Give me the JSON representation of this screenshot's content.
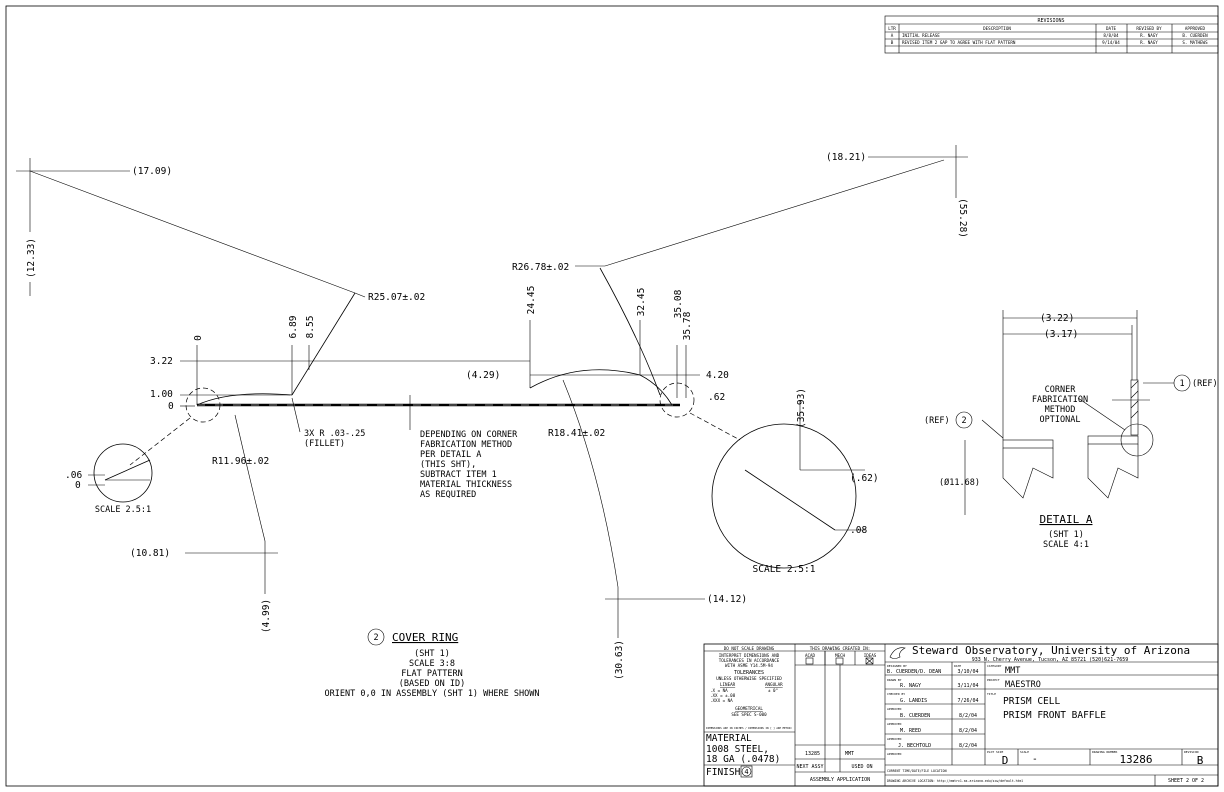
{
  "revisions": {
    "title": "REVISIONS",
    "headers": [
      "LTR",
      "DESCRIPTION",
      "DATE",
      "REVISED BY",
      "APPROVED"
    ],
    "rows": [
      [
        "A",
        "INITIAL RELEASE",
        "8/8/04",
        "R. NAGY",
        "B. CUERDEN"
      ],
      [
        "B",
        "REVISED ITEM 2 GAP TO AGREE WITH FLAT PATTERN",
        "9/14/04",
        "R. NAGY",
        "S. MATHEWS"
      ]
    ]
  },
  "dims": {
    "d17_09": "(17.09)",
    "d12_33": "(12.33)",
    "d18_21": "(18.21)",
    "d55_28": "(55.28)",
    "r25_07": "R25.07±.02",
    "r26_78": "R26.78±.02",
    "d24_45": "24.45",
    "d32_45": "32.45",
    "d35_08": "35.08",
    "d35_78": "35.78",
    "d6_89": "6.89",
    "d8_55": "8.55",
    "d0_top": "0",
    "d3_22": "3.22",
    "d1_00": "1.00",
    "d0_left": "0",
    "d4_29": "(4.29)",
    "d4_20": "4.20",
    "d_62": ".62",
    "fillet": [
      "3X R .03-.25",
      "(FILLET)"
    ],
    "r11_96": "R11.96±.02",
    "r18_41": "R18.41±.02",
    "d_06": ".06",
    "d0_detail": "0",
    "scale_small": "SCALE 2.5:1",
    "d10_81": "(10.81)",
    "d4_99": "(4.99)",
    "d35_93": "(35.93)",
    "d_62b": "(.62)",
    "d_08": ".08",
    "scale_large": "SCALE 2.5:1",
    "d14_12": "(14.12)",
    "d30_63": "(30.63)"
  },
  "note": [
    "DEPENDING ON CORNER",
    "FABRICATION METHOD",
    "PER DETAIL A",
    "(THIS SHT),",
    "SUBTRACT ITEM 1",
    "MATERIAL THICKNESS",
    "AS REQUIRED"
  ],
  "detail_a": {
    "d3_22": "(3.22)",
    "d3_17": "(3.17)",
    "item1": "1",
    "ref1": "(REF)",
    "item2": "2",
    "ref2": "(REF)",
    "corner_note": [
      "CORNER",
      "FABRICATION",
      "METHOD",
      "OPTIONAL"
    ],
    "dia": "(Ø11.68)",
    "title": "DETAIL A",
    "sht": "(SHT 1)",
    "scale": "SCALE 4:1"
  },
  "cover_ring": {
    "item": "2",
    "title": "COVER RING",
    "lines": [
      "(SHT 1)",
      "SCALE 3:8",
      "FLAT PATTERN",
      "(BASED ON ID)",
      "ORIENT 0,0 IN ASSEMBLY (SHT 1) WHERE SHOWN"
    ]
  },
  "titleblock": {
    "do_not_scale": "DO NOT SCALE DRAWING",
    "interpret": [
      "INTERPRET DIMENSIONS AND",
      "TOLERANCES IN ACCORDANCE",
      "WITH ASME Y14.5M-94"
    ],
    "tolerances": "TOLERANCES",
    "unless": "UNLESS OTHERWISE SPECIFIED",
    "linear": "LINEAR",
    "angular": "ANGULAR",
    "tol_lines": [
      ".X    = NA",
      ".XX   = ±.08",
      ".XXX  = NA"
    ],
    "angular_val": "± 0°",
    "geometrical": "GEOMETRICAL",
    "see_spec": "SEE SPEC S-000",
    "dims_note": "DIMENSIONS ARE IN INCHES / DIMENSIONS IN [ ] ARE METRIC",
    "material_label": "MATERIAL",
    "material": [
      "1008 STEEL,",
      "18 GA (.0478)"
    ],
    "finish_label": "FINISH",
    "finish_item": "4",
    "created_in": "THIS DRAWING CREATED IN:",
    "sw": [
      "ACAD",
      "MECH",
      "IDEAS"
    ],
    "next_assy_val": "13285",
    "used_on_val": "MMT",
    "next_assy": "NEXT ASSY",
    "used_on": "USED ON",
    "assembly_app": "ASSEMBLY APPLICATION",
    "org": "Steward Observatory, University of Arizona",
    "address": "933 N. Cherry Avenue, Tucson, AZ  85721   (520)621-7659",
    "sign": [
      {
        "label": "DESIGNED BY",
        "name": "B. CUERDEN/D. DEAN",
        "date_label": "DATE",
        "date": "3/10/04"
      },
      {
        "label": "DRAWN BY",
        "name": "R. NAGY",
        "date": "3/11/04"
      },
      {
        "label": "CHECKED BY",
        "name": "G. LANDIS",
        "date": "7/26/04"
      },
      {
        "label": "APPROVED",
        "name": "B. CUERDEN",
        "date": "8/2/04"
      },
      {
        "label": "APPROVED",
        "name": "M. REED",
        "date": "8/2/04"
      },
      {
        "label": "APPROVED",
        "name": "J. BECHTOLD",
        "date": "8/2/04"
      },
      {
        "label": "APPROVED",
        "name": "",
        "date": ""
      }
    ],
    "category_label": "CATEGORY",
    "category": "MMT",
    "project_label": "PROJECT",
    "project": "MAESTRO",
    "title_label": "TITLE",
    "title": [
      "PRISM CELL",
      "PRISM FRONT BAFFLE"
    ],
    "plot_size_label": "PLOT SIZE",
    "plot_size": "D",
    "scale_label": "SCALE",
    "scale": "-",
    "drawing_number_label": "DRAWING NUMBER",
    "drawing_number": "13286",
    "revision_label": "REVISION",
    "revision": "B",
    "current_time_label": "CURRENT TIME/DATE/FILE LOCATION",
    "archive": "DRAWING ARCHIVE LOCATION: http://mmtrc1.as.arizona.edu/scw/default.html",
    "sheet": "SHEET 2 OF 2"
  }
}
